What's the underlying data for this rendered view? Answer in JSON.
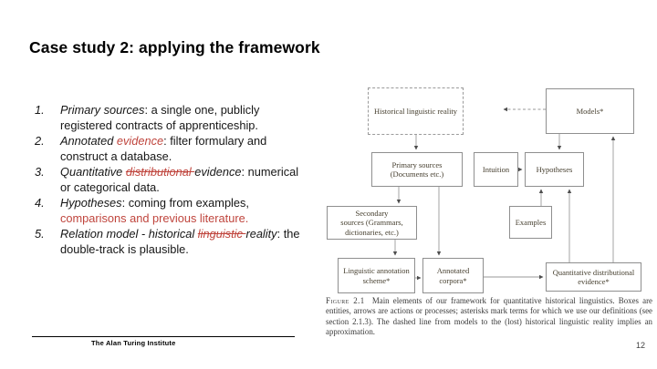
{
  "slide": {
    "title": "Case study 2: applying the framework",
    "footer": "The Alan Turing Institute",
    "page_number": "12"
  },
  "colors": {
    "accent_red": "#bf443c",
    "figure_line": "#9a9a9a",
    "figure_text": "#474030"
  },
  "list": {
    "items": [
      {
        "number": "1.",
        "segments": [
          {
            "t": "Primary sources",
            "i": true
          },
          {
            "t": ": a single one, publicly registered contracts of apprenticeship."
          }
        ]
      },
      {
        "number": "2.",
        "segments": [
          {
            "t": "Annotated ",
            "i": true
          },
          {
            "t": "evidence",
            "i": true,
            "red": true
          },
          {
            "t": ": filter formulary and construct a database."
          }
        ]
      },
      {
        "number": "3.",
        "segments": [
          {
            "t": "Quantitative ",
            "i": true
          },
          {
            "t": "distributional ",
            "i": true,
            "red": true,
            "strike": true
          },
          {
            "t": "evidence",
            "i": true
          },
          {
            "t": ": numerical or categorical data."
          }
        ]
      },
      {
        "number": "4.",
        "segments": [
          {
            "t": "Hypotheses",
            "i": true
          },
          {
            "t": ": coming from examples, "
          },
          {
            "t": "comparisons and previous literature.",
            "red": true
          }
        ]
      },
      {
        "number": "5.",
        "segments": [
          {
            "t": "Relation model - historical ",
            "i": true
          },
          {
            "t": "linguistic ",
            "i": true,
            "red": true,
            "strike": true
          },
          {
            "t": "reality",
            "i": true
          },
          {
            "t": ": the double-track is plausible."
          }
        ]
      }
    ]
  },
  "figure": {
    "boxes": [
      {
        "id": "hlr",
        "label": "Historical linguistic reality",
        "dashed": true
      },
      {
        "id": "models",
        "label": "Models*"
      },
      {
        "id": "primary",
        "label": "Primary sources\n(Documents etc.)"
      },
      {
        "id": "intuition",
        "label": "Intuition"
      },
      {
        "id": "hypotheses",
        "label": "Hypotheses"
      },
      {
        "id": "secondary",
        "label": "Secondary\nsources (Grammars,\ndictionaries, etc.)"
      },
      {
        "id": "examples",
        "label": "Examples"
      },
      {
        "id": "las",
        "label": "Linguistic annotation\nscheme*"
      },
      {
        "id": "corpora",
        "label": "Annotated\ncorpora*"
      },
      {
        "id": "qde",
        "label": "Quantitative distributional\nevidence*"
      }
    ],
    "caption": {
      "label": "Figure 2.1",
      "text": "Main elements of our framework for quantitative historical linguistics. Boxes are entities, arrows are actions or processes; asterisks mark terms for which we use our definitions (see section 2.1.3). The dashed line from models to the (lost) historical linguistic reality implies an approximation."
    }
  }
}
